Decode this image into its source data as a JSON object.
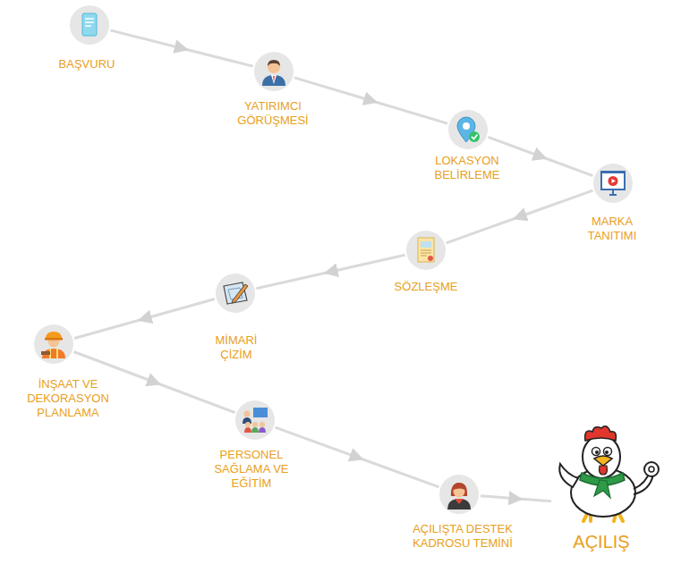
{
  "diagram": {
    "nodes": [
      {
        "text": [
          "BAŞVURU"
        ]
      },
      {
        "text": [
          "YATIRIMCI GÖRÜŞMESİ"
        ]
      },
      {
        "text": [
          "LOKASYON BELİRLEME"
        ]
      },
      {
        "text": [
          "MARKA TANITIMI"
        ]
      },
      {
        "text": [
          "SÖZLEŞME"
        ]
      },
      {
        "text": [
          "MİMARİ ÇİZİM"
        ]
      },
      {
        "text": [
          "İNŞAAT VE DEKORASYON PLANLAMA"
        ]
      },
      {
        "text": [
          "PERSONEL SAĞLAMA VE EĞİTİM"
        ]
      },
      {
        "text": [
          "AÇILIŞTA DESTEK KADROSU TEMİNİ"
        ]
      },
      {
        "text": [
          "AÇILIŞ"
        ]
      }
    ],
    "edges": [
      {
        "from": 0,
        "to": 1,
        "arrow": "to"
      },
      {
        "from": 1,
        "to": 2,
        "arrow": "to"
      },
      {
        "from": 2,
        "to": 3,
        "arrow": "to"
      },
      {
        "from": 3,
        "to": 4,
        "arrow": "to"
      },
      {
        "from": 4,
        "to": 5,
        "arrow": "to"
      },
      {
        "from": 5,
        "to": 6,
        "arrow": "to"
      },
      {
        "from": 6,
        "to": 7,
        "arrow": "to"
      },
      {
        "from": 7,
        "to": 8,
        "arrow": "to"
      },
      {
        "from": 8,
        "to": 9,
        "arrow": "to"
      }
    ]
  }
}
